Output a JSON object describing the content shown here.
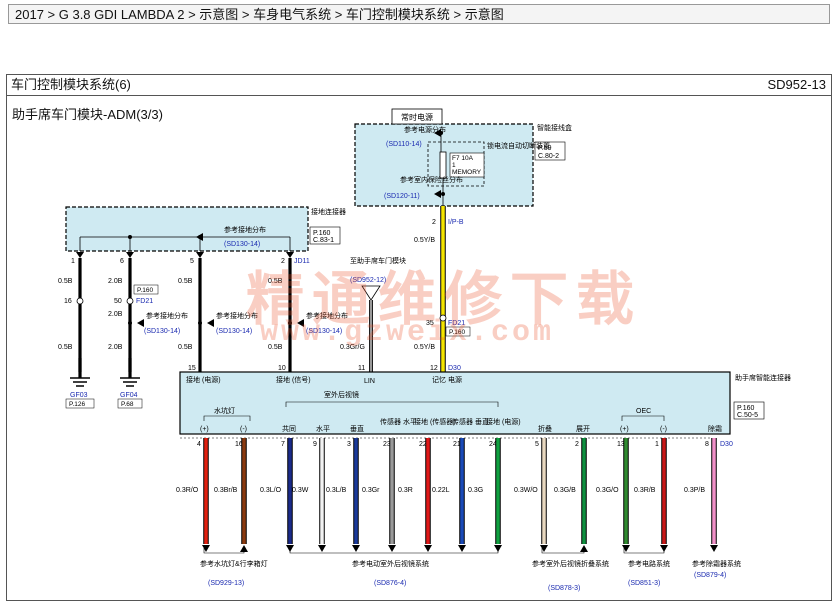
{
  "breadcrumb": "2017 > G 3.8 GDI LAMBDA 2 > 示意图 > 车身电气系统 > 车门控制模块系统 > 示意图",
  "title": "车门控制模块系统(6)",
  "code": "SD952-13",
  "subtitle": "助手席车门模块-ADM(3/3)",
  "watermark": {
    "cn": "精通维修下载",
    "url": "www.gzweix.com"
  },
  "fuse_box": {
    "top_label": "常时电源",
    "side_label": "智能接线盒",
    "conn_1": "P.59",
    "conn_2": "C.80-2",
    "ref1_label": "参考电源分布",
    "ref1_code": "(SD110-14)",
    "ref2_label": "参考室内保险丝分布",
    "ref2_code": "(SD120-11)",
    "fuse_1": "F7 10A",
    "fuse_2": "1",
    "fuse_3": "MEMORY",
    "device_label": "锁电流自动切断装置",
    "pin": "2",
    "conn_id": "I/P-B",
    "wire": "0.5Y/B"
  },
  "gnd_box": {
    "side_label": "接地连接器",
    "conn_1": "P.160",
    "conn_2": "C.83-1",
    "ref_label": "参考接地分布",
    "ref_code": "(SD130-14)",
    "pins": [
      "1",
      "6",
      "5",
      "2"
    ],
    "conn_id": "JD11"
  },
  "left_wires": {
    "w1a": "0.5B",
    "w1pin": "16",
    "w1b": "0.5B",
    "gf03": "GF03",
    "gf03_p": "P.126",
    "w2a": "2.0B",
    "w2pin": "50",
    "w2conn": "FD21",
    "w2p": "P.160",
    "w2b": "2.0B",
    "gf04": "GF04",
    "gf04_p": "P.68",
    "ref_label": "参考接地分布",
    "ref_code": "(SD130-14)",
    "w3a": "0.5B",
    "w3b": "0.5B",
    "w4a": "0.5B",
    "w4b": "0.5B"
  },
  "lin": {
    "label": "至助手席车门模块",
    "code": "(SD952-12)",
    "wire": "0.3Gr/G",
    "pin": "11"
  },
  "memory_wire": {
    "pin": "35",
    "conn": "FD21",
    "page": "P.160",
    "wire": "0.5Y/B",
    "pin_bottom": "12",
    "conn_bottom": "D30"
  },
  "module": {
    "top_pins": [
      "15",
      "10",
      "11",
      "12"
    ],
    "conn_top": "D30",
    "labels_top": [
      "接地\n(电源)",
      "接地\n(信号)",
      "LIN",
      "记忆\n电源"
    ],
    "side_label": "助手席智能连接器",
    "side_conn_1": "P.160",
    "side_conn_2": "C.50-5",
    "group_mirror": "室外后视镜",
    "group_puddle": "水坑灯",
    "group_oec": "OEC",
    "labels_bottom": [
      "(+)",
      "(-)",
      "共同",
      "水平",
      "垂直",
      "传感器\n水平",
      "接地\n(传感器)",
      "传感器\n垂直",
      "接地\n(电源)",
      "折叠",
      "展开",
      "(+)",
      "(-)",
      "除霜"
    ],
    "conn_bottom": "D30"
  },
  "bottom_wires": [
    {
      "pin": "4",
      "wire": "0.3R/O",
      "color": "#e02010"
    },
    {
      "pin": "16",
      "wire": "0.3Br/B",
      "color": "#8a3a10"
    },
    {
      "pin": "7",
      "wire": "0.3L/O",
      "color": "#1a2a8a"
    },
    {
      "pin": "9",
      "wire": "0.3W",
      "color": "#f2f2f2"
    },
    {
      "pin": "3",
      "wire": "0.3L/B",
      "color": "#1a3a9a"
    },
    {
      "pin": "23",
      "wire": "0.3Gr",
      "color": "#9a9a9a"
    },
    {
      "pin": "22",
      "wire": "0.3R",
      "color": "#e01818"
    },
    {
      "pin": "21",
      "wire": "0.22L",
      "color": "#1a4ab8"
    },
    {
      "pin": "24",
      "wire": "0.3G",
      "color": "#10a040"
    },
    {
      "pin": "5",
      "wire": "0.3W/O",
      "color": "#e8d8c0"
    },
    {
      "pin": "2",
      "wire": "0.3G/B",
      "color": "#109040"
    },
    {
      "pin": "13",
      "wire": "0.3G/O",
      "color": "#308a30"
    },
    {
      "pin": "1",
      "wire": "0.3R/B",
      "color": "#c81818"
    },
    {
      "pin": "8",
      "wire": "0.3P/B",
      "color": "#f090c8"
    }
  ],
  "refs": [
    {
      "label": "参考水坑灯&行李箱灯",
      "code": "(SD929-13)"
    },
    {
      "label": "参考电动室外后视镜系统",
      "code": "(SD876-4)"
    },
    {
      "label": "参考室外后视镜折叠系统",
      "code": "(SD878-3)"
    },
    {
      "label": "参考电路系统",
      "code": "(SD851-3)"
    },
    {
      "label": "参考除霜器系统",
      "code": "(SD879-4)"
    }
  ],
  "colors": {
    "fuse_box_fill": "#cfeaf2",
    "yellow_wire": "#f4e400",
    "module_fill": "#cfeaf2",
    "ref_blue": "#1a2ab0"
  }
}
